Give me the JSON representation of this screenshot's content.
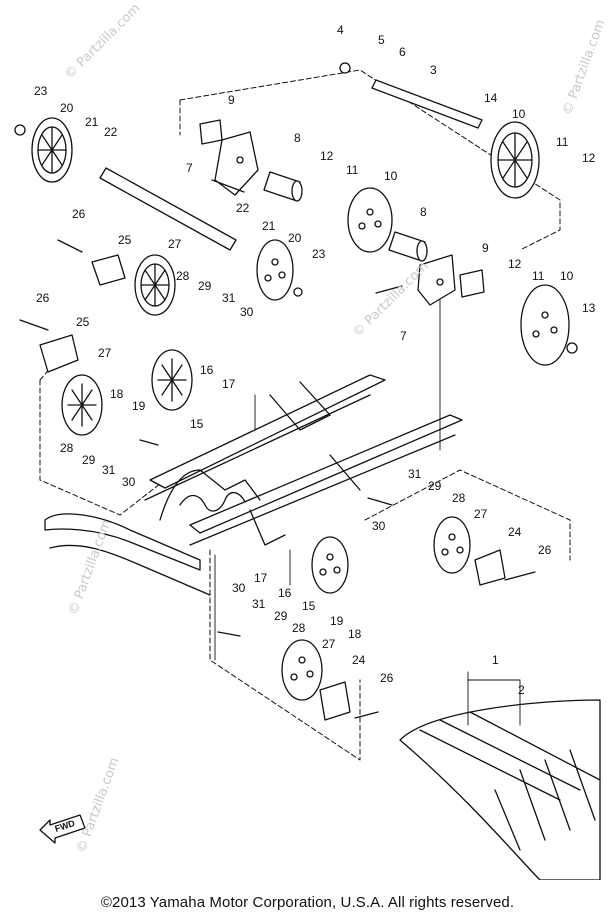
{
  "watermark": "© Partzilla.com",
  "copyright": "©2013  Yamaha Motor Corporation, U.S.A. All rights reserved.",
  "fwd_label": "FWD",
  "callouts": [
    "1",
    "2",
    "3",
    "4",
    "5",
    "6",
    "7",
    "8",
    "9",
    "10",
    "11",
    "12",
    "13",
    "14",
    "15",
    "16",
    "17",
    "18",
    "19",
    "20",
    "21",
    "22",
    "23",
    "24",
    "25",
    "26",
    "27",
    "28",
    "29",
    "30",
    "31"
  ]
}
